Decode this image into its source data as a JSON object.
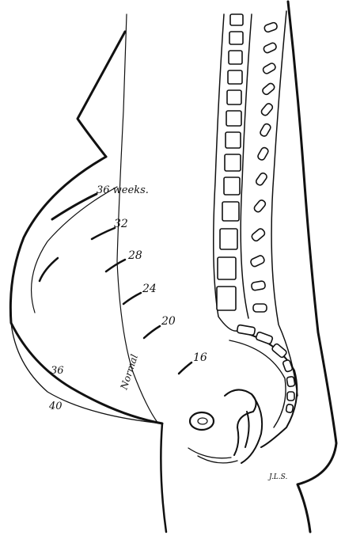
{
  "diagram": {
    "labels": {
      "weeks_36": "36 weeks.",
      "weeks_32": "32",
      "weeks_28": "28",
      "weeks_24": "24",
      "weeks_20": "20",
      "weeks_16": "16",
      "lower_36": "36",
      "lower_40": "40",
      "normal": "Normal",
      "signature": "J.L.S."
    }
  }
}
